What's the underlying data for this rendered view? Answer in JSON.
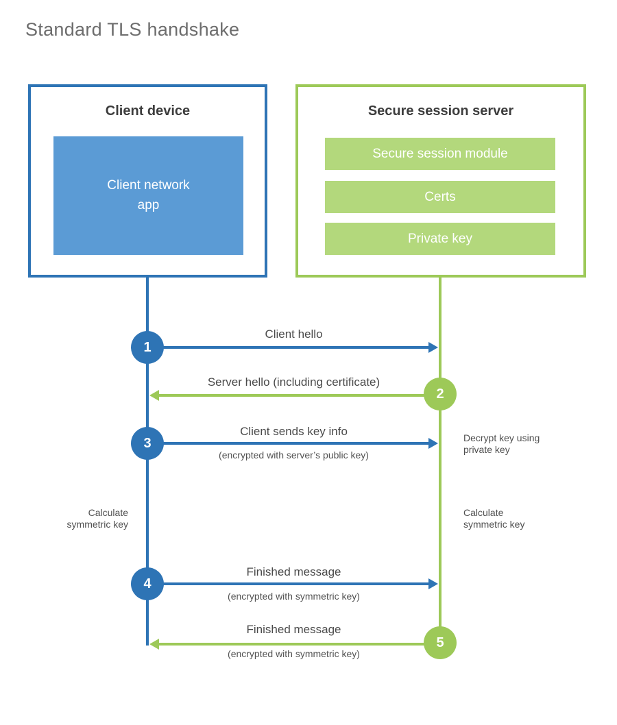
{
  "title": "Standard TLS handshake",
  "client": {
    "title": "Client device",
    "app_label": "Client network\napp"
  },
  "server": {
    "title": "Secure session server",
    "modules": [
      "Secure session module",
      "Certs",
      "Private key"
    ]
  },
  "steps": [
    {
      "number": "1",
      "label": "Client hello",
      "sublabel": "",
      "direction": "client-to-server",
      "color": "#2e74b5"
    },
    {
      "number": "2",
      "label": "Server hello (including certificate)",
      "sublabel": "",
      "direction": "server-to-client",
      "color": "#9dc958"
    },
    {
      "number": "3",
      "label": "Client sends key info",
      "sublabel": "(encrypted with server’s public key)",
      "direction": "client-to-server",
      "color": "#2e74b5"
    },
    {
      "number": "4",
      "label": "Finished message",
      "sublabel": "(encrypted with symmetric key)",
      "direction": "client-to-server",
      "color": "#2e74b5"
    },
    {
      "number": "5",
      "label": "Finished message",
      "sublabel": "(encrypted with symmetric key)",
      "direction": "server-to-client",
      "color": "#9dc958"
    }
  ],
  "annotations": {
    "decrypt": "Decrypt key using\nprivate key",
    "calc_left": "Calculate\nsymmetric key",
    "calc_right": "Calculate\nsymmetric key"
  },
  "colors": {
    "blue_accent": "#2e74b5",
    "blue_fill": "#5b9bd5",
    "green_accent": "#9dc958",
    "green_fill": "#b3d87c",
    "title_gray": "#6d6d6d",
    "text_dark": "#3d3d3d"
  }
}
